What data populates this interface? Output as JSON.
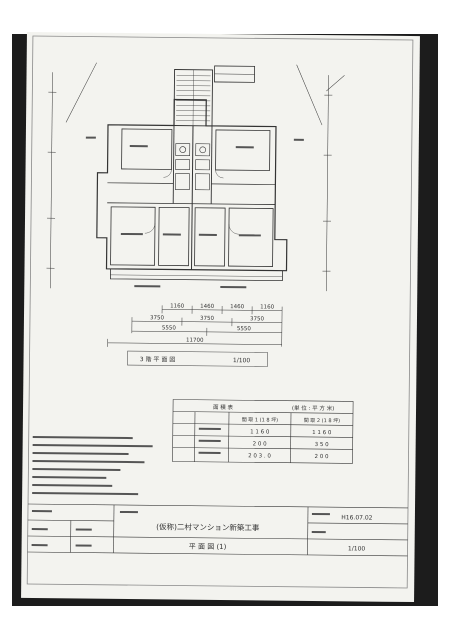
{
  "drawing": {
    "caption": "3 階 平 面 図",
    "scale": "1/100"
  },
  "dimensions": {
    "top_row": [
      "1160",
      "1460",
      "1460",
      "1160"
    ],
    "middle_row": [
      "3750",
      "3750",
      "3750"
    ],
    "lower_row": [
      "5550",
      "5550"
    ],
    "total": "11700"
  },
  "area_table": {
    "header": [
      "面 積 表",
      "(単 位 : 平 方 米)"
    ],
    "columns": [
      "",
      "",
      "間 取 1 (1 8 坪)",
      "間 取 2 (1 8 坪)"
    ],
    "rows": [
      [
        "",
        "",
        "1 1 6 0",
        "1 1 6 0"
      ],
      [
        "",
        "",
        "2 0 0",
        "3 5 0"
      ],
      [
        "",
        "",
        "2 0 3 . 0",
        "2 0 0"
      ]
    ]
  },
  "title_block": {
    "project": "(仮称)二村マンション新築工事",
    "drawing_name": "平 面 図 (1)",
    "date": "H16.07.02",
    "scale": "1/100"
  },
  "colors": {
    "paper": "#f3f3ef",
    "backing": "#1c1c1c",
    "ink": "#333333"
  }
}
